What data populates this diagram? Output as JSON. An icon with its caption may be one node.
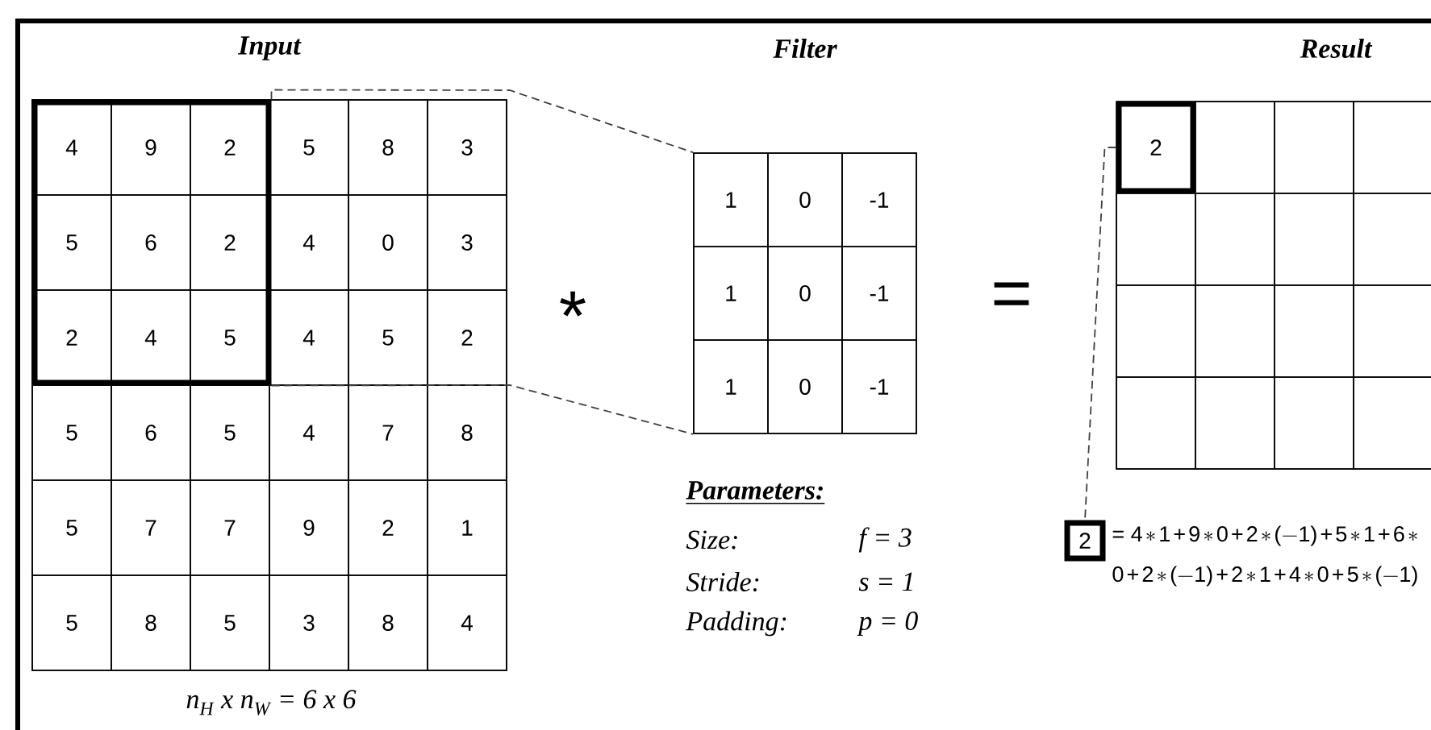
{
  "diagram": {
    "nodes": [
      {
        "text": [
          "Input"
        ],
        "beside": [
          "n$_{H}$ x n$_{W}$ = 6 x 6"
        ]
      },
      {
        "text": [],
        "shape": "box",
        "in": 0
      },
      {
        "text": [
          "4"
        ],
        "in": 1
      },
      {
        "text": [
          "9"
        ],
        "in": 1
      },
      {
        "text": [
          "2"
        ],
        "in": 1
      },
      {
        "text": [
          "5"
        ],
        "in": 0
      },
      {
        "text": [
          "8"
        ],
        "in": 0
      },
      {
        "text": [
          "3"
        ],
        "in": 0
      },
      {
        "text": [
          "5"
        ],
        "in": 1
      },
      {
        "text": [
          "6"
        ],
        "in": 1
      },
      {
        "text": [
          "2"
        ],
        "in": 1
      },
      {
        "text": [
          "4"
        ],
        "in": 0
      },
      {
        "text": [
          "0"
        ],
        "in": 0
      },
      {
        "text": [
          "3"
        ],
        "in": 0
      },
      {
        "text": [
          "2"
        ],
        "in": 1
      },
      {
        "text": [
          "4"
        ],
        "in": 1
      },
      {
        "text": [
          "5"
        ],
        "in": 1
      },
      {
        "text": [
          "4"
        ],
        "in": 0
      },
      {
        "text": [
          "5"
        ],
        "in": 0
      },
      {
        "text": [
          "2"
        ],
        "in": 0
      },
      {
        "text": [
          "5"
        ],
        "in": 0
      },
      {
        "text": [
          "6"
        ],
        "in": 0
      },
      {
        "text": [
          "5"
        ],
        "in": 0
      },
      {
        "text": [
          "4"
        ],
        "in": 0
      },
      {
        "text": [
          "7"
        ],
        "in": 0
      },
      {
        "text": [
          "8"
        ],
        "in": 0
      },
      {
        "text": [
          "5"
        ],
        "in": 0
      },
      {
        "text": [
          "7"
        ],
        "in": 0
      },
      {
        "text": [
          "7"
        ],
        "in": 0
      },
      {
        "text": [
          "9"
        ],
        "in": 0
      },
      {
        "text": [
          "2"
        ],
        "in": 0
      },
      {
        "text": [
          "1"
        ],
        "in": 0
      },
      {
        "text": [
          "5"
        ],
        "in": 0
      },
      {
        "text": [
          "8"
        ],
        "in": 0
      },
      {
        "text": [
          "5"
        ],
        "in": 0
      },
      {
        "text": [
          "3"
        ],
        "in": 0
      },
      {
        "text": [
          "8"
        ],
        "in": 0
      },
      {
        "text": [
          "4"
        ],
        "in": 0
      },
      {
        "text": [
          "Filter"
        ]
      },
      {
        "text": [
          "1"
        ],
        "in": 38
      },
      {
        "text": [
          "0"
        ],
        "in": 38
      },
      {
        "text": [
          "-1"
        ],
        "in": 38
      },
      {
        "text": [
          "1"
        ],
        "in": 38
      },
      {
        "text": [
          "0"
        ],
        "in": 38
      },
      {
        "text": [
          "-1"
        ],
        "in": 38
      },
      {
        "text": [
          "1"
        ],
        "in": 38
      },
      {
        "text": [
          "0"
        ],
        "in": 38
      },
      {
        "text": [
          "-1"
        ],
        "in": 38
      },
      {
        "text": [
          "Result"
        ]
      },
      {
        "text": [
          "2"
        ],
        "in": 48
      },
      {
        "text": [],
        "shape": "box",
        "in": 48
      },
      {
        "text": [],
        "shape": "box",
        "in": 48
      },
      {
        "text": [],
        "shape": "box",
        "in": 48
      },
      {
        "text": [],
        "shape": "box",
        "in": 48
      },
      {
        "text": [],
        "shape": "box",
        "in": 48
      },
      {
        "text": [],
        "shape": "box",
        "in": 48
      },
      {
        "text": [],
        "shape": "box",
        "in": 48
      },
      {
        "text": [],
        "shape": "box",
        "in": 48
      },
      {
        "text": [],
        "shape": "box",
        "in": 48
      },
      {
        "text": [],
        "shape": "box",
        "in": 48
      },
      {
        "text": [],
        "shape": "box",
        "in": 48
      },
      {
        "text": [],
        "shape": "box",
        "in": 48
      },
      {
        "text": [],
        "shape": "box",
        "in": 48
      },
      {
        "text": [],
        "shape": "box",
        "in": 48
      },
      {
        "text": [],
        "shape": "box",
        "in": 48
      },
      {
        "text": [
          "2"
        ],
        "beside": [
          "= 4*1 + 9*0 + 2*(-1) + 5*1 + 6*0 + 2*(-1) + 2*1 + 4*0 + 5*(-1)"
        ]
      }
    ],
    "edges": [
      {
        "from": 1,
        "to": 38,
        "arrow": "none",
        "style": "dashed"
      },
      {
        "from": 1,
        "to": 38,
        "arrow": "none",
        "style": "dashed"
      },
      {
        "from": 49,
        "to": 65,
        "arrow": "none",
        "style": "dashed"
      }
    ],
    "labels": [
      "*",
      "=",
      "Parameters:",
      "Size:",
      "f = 3",
      "Stride:",
      "s = 1",
      "Padding:",
      "p = 0"
    ]
  }
}
